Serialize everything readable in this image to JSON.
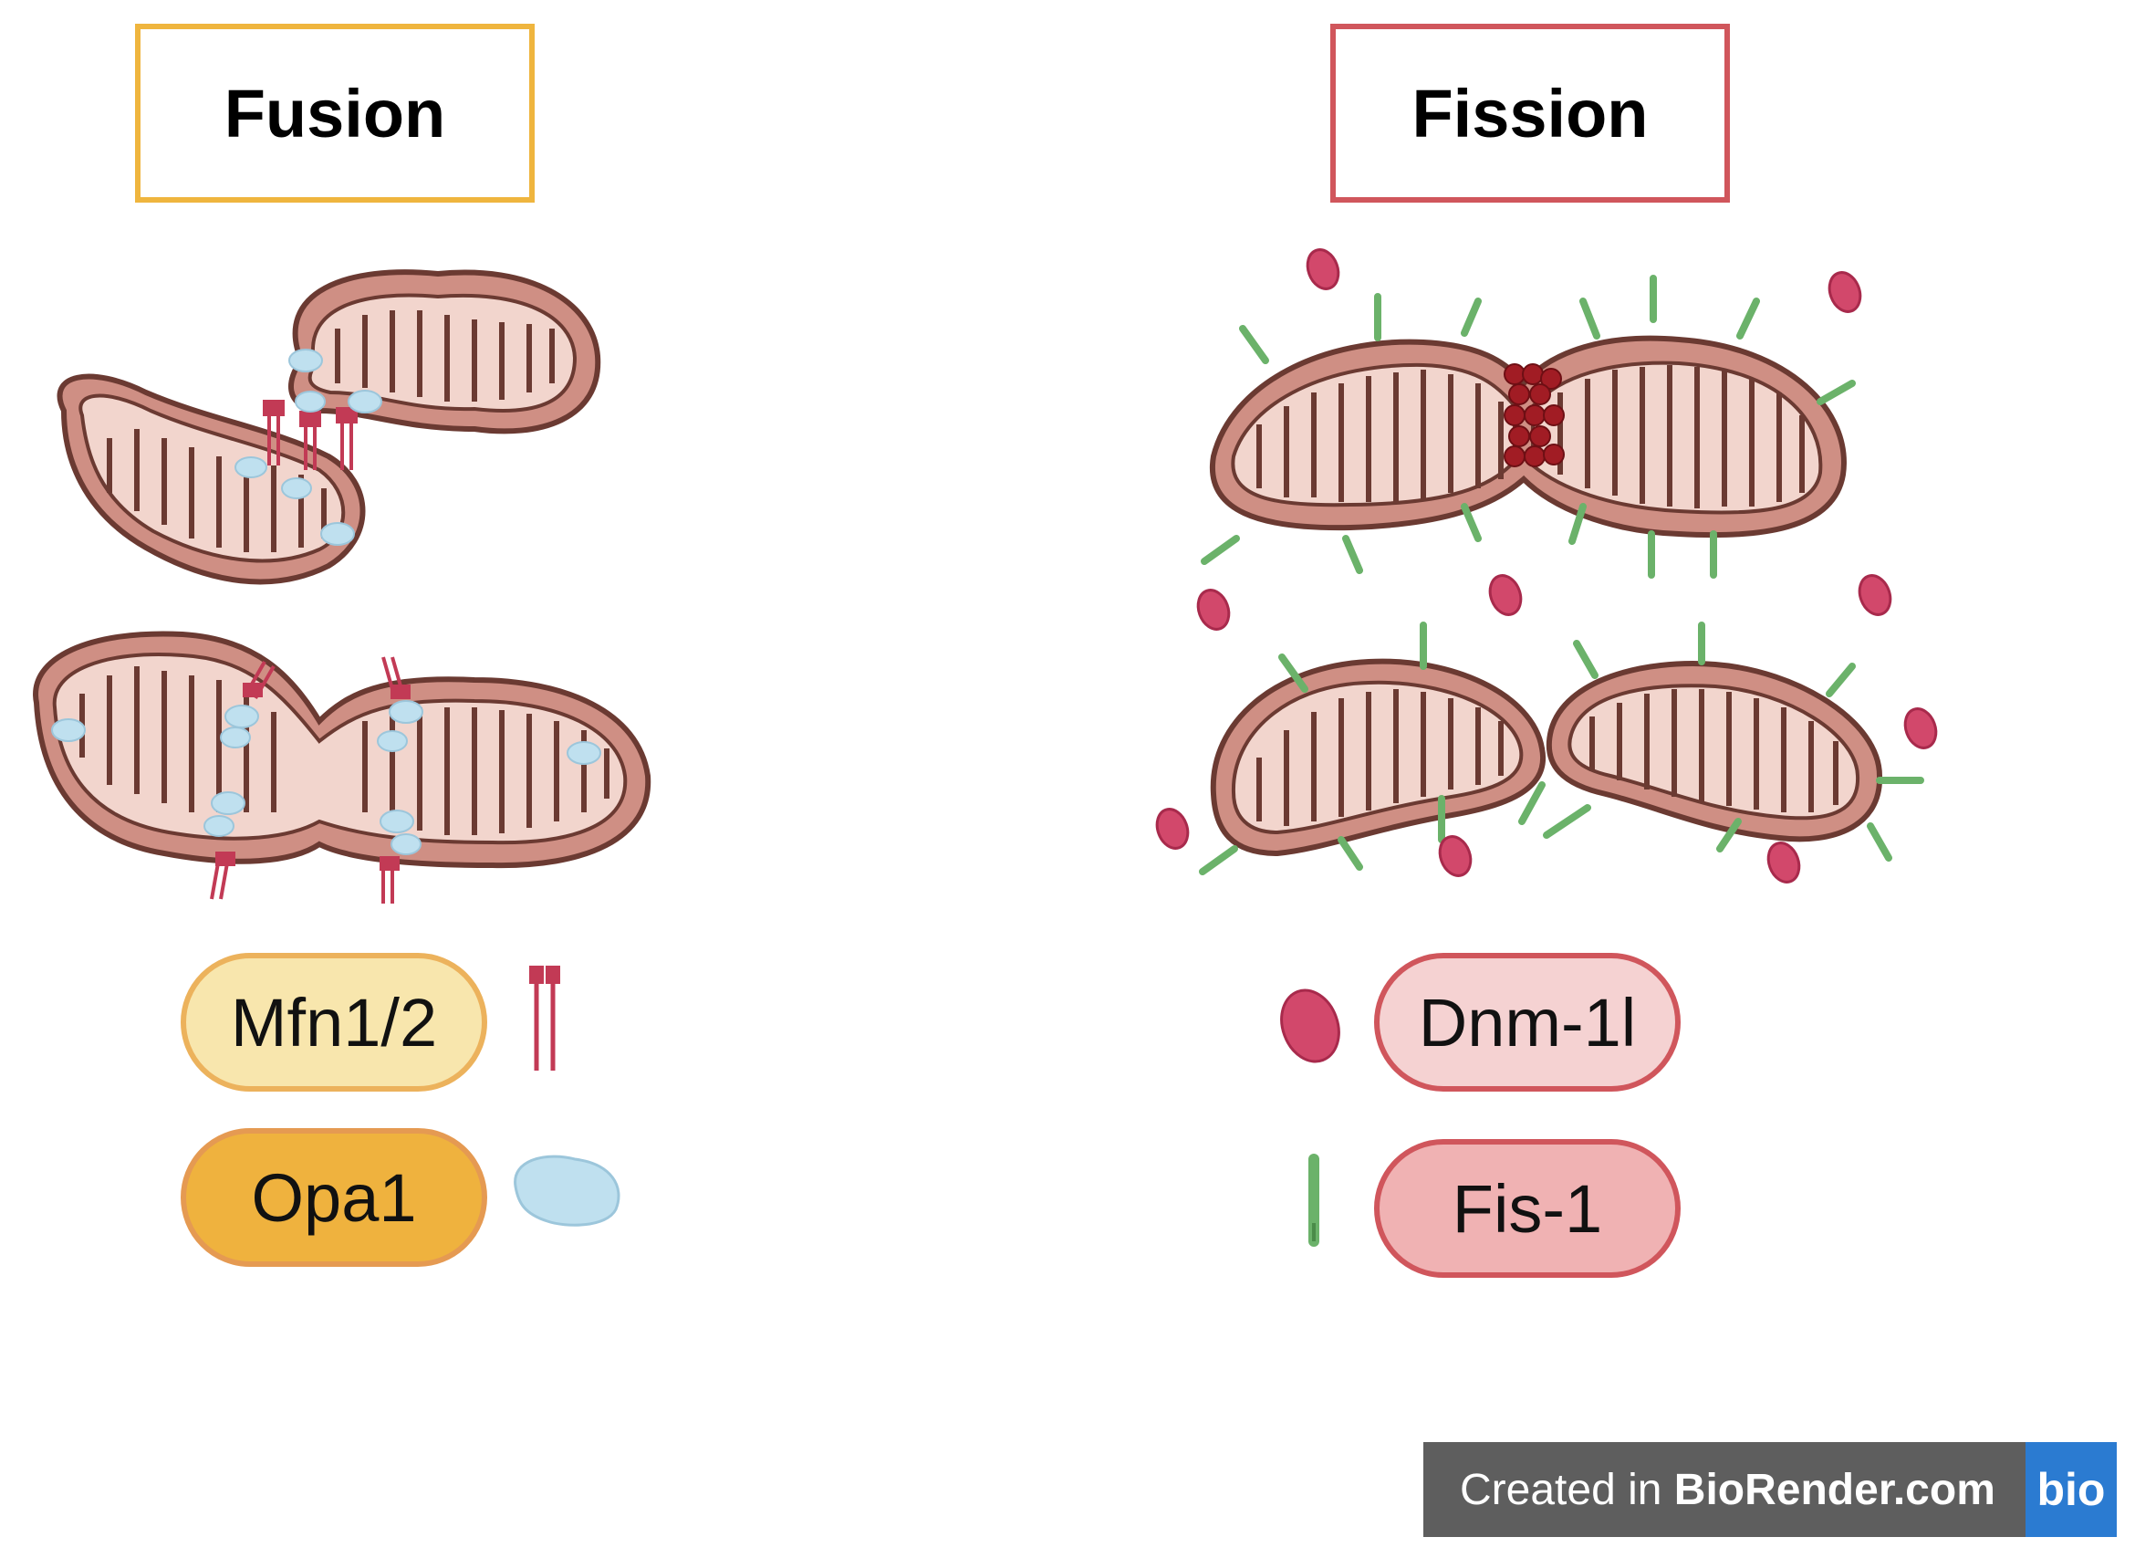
{
  "fusion": {
    "title": "Fusion",
    "legend": [
      {
        "label": "Mfn1/2",
        "icon": "mfn-tether-icon"
      },
      {
        "label": "Opa1",
        "icon": "opa1-blob-icon"
      }
    ]
  },
  "fission": {
    "title": "Fission",
    "legend": [
      {
        "label": "Dnm-1l",
        "icon": "drp1-oval-icon"
      },
      {
        "label": "Fis-1",
        "icon": "fis1-rod-icon"
      }
    ]
  },
  "badge": {
    "prefix": "Created in ",
    "brand": "BioRender.com",
    "logo": "bio"
  },
  "colors": {
    "fusion_accent": "#efb53e",
    "fission_accent": "#d0565c",
    "mito_outer": "#cf8f84",
    "mito_inner": "#f2d5cd",
    "mito_stroke": "#6b3a32",
    "opa1": "#bfe0ef",
    "mfn": "#c23a55",
    "drp1_ring": "#a11c24",
    "drp1": "#d2486b",
    "fis1": "#6bb26a"
  }
}
